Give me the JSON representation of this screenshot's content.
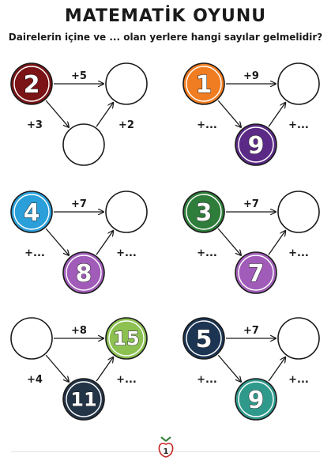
{
  "page": {
    "title": "MATEMATİK OYUNU",
    "subtitle": "Dairelerin içine ve ... olan yerlere hangi sayılar gelmelidir?",
    "page_number": "1"
  },
  "puzzles": [
    {
      "id": "p1",
      "start": {
        "text": "2",
        "color": "#7a1416"
      },
      "right": {
        "text": "",
        "color": ""
      },
      "bottom": {
        "text": "",
        "color": ""
      },
      "top_label": "+5",
      "left_label": "+3",
      "right_label": "+2"
    },
    {
      "id": "p2",
      "start": {
        "text": "1",
        "color": "#f07d22"
      },
      "right": {
        "text": "",
        "color": ""
      },
      "bottom": {
        "text": "9",
        "color": "#5b2a86"
      },
      "top_label": "+9",
      "left_label": "+...",
      "right_label": "+..."
    },
    {
      "id": "p3",
      "start": {
        "text": "4",
        "color": "#2b9fd9"
      },
      "right": {
        "text": "",
        "color": ""
      },
      "bottom": {
        "text": "8",
        "color": "#a05cb8"
      },
      "top_label": "+7",
      "left_label": "+...",
      "right_label": "+..."
    },
    {
      "id": "p4",
      "start": {
        "text": "3",
        "color": "#2e7d3a"
      },
      "right": {
        "text": "",
        "color": ""
      },
      "bottom": {
        "text": "7",
        "color": "#a05cb8"
      },
      "top_label": "+7",
      "left_label": "+...",
      "right_label": "+..."
    },
    {
      "id": "p5",
      "start": {
        "text": "",
        "color": ""
      },
      "right": {
        "text": "15",
        "color": "#8cc152"
      },
      "bottom": {
        "text": "11",
        "color": "#243447"
      },
      "top_label": "+8",
      "left_label": "+4",
      "right_label": "+..."
    },
    {
      "id": "p6",
      "start": {
        "text": "5",
        "color": "#1c3553"
      },
      "right": {
        "text": "",
        "color": ""
      },
      "bottom": {
        "text": "9",
        "color": "#2f9a8c"
      },
      "top_label": "+7",
      "left_label": "+...",
      "right_label": "+..."
    }
  ]
}
